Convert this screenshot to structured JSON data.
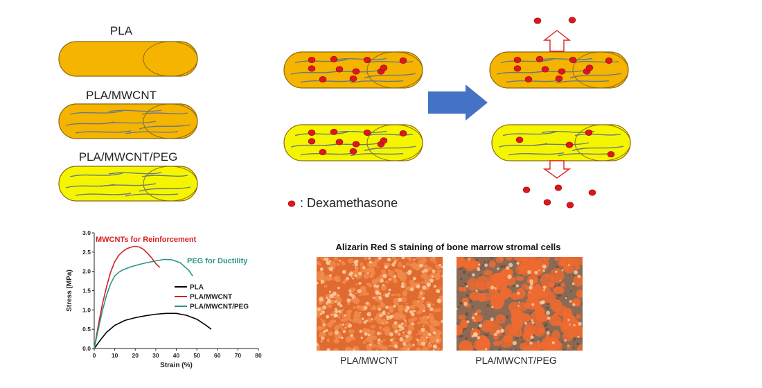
{
  "colors": {
    "pla": "#f5b400",
    "pla_peg": "#f5f500",
    "outline": "#8a6a10",
    "fiber": "#6b7b80",
    "drug": "#e0151d",
    "drug_edge": "#8a0a0a",
    "arrow": "#4472c4",
    "release_arrow": "#e02020",
    "series_pla": "#000000",
    "series_mwcnt": "#d42020",
    "series_peg": "#2a9487"
  },
  "labels": {
    "pla": "PLA",
    "pla_mwcnt": "PLA/MWCNT",
    "pla_mwcnt_peg": "PLA/MWCNT/PEG"
  },
  "legend_drug": ": Dexamethasone",
  "staining": {
    "title": "Alizarin Red S staining of bone marrow stromal cells",
    "left_caption": "PLA/MWCNT",
    "right_caption": "PLA/MWCNT/PEG"
  },
  "icons": {
    "process_arrow": "right-arrow-icon",
    "release_up": "up-arrow-icon",
    "release_down": "down-arrow-icon",
    "drug_particle": "dot-icon"
  },
  "chart_data": {
    "type": "line",
    "xlabel": "Strain (%)",
    "ylabel": "Stress (MPa)",
    "xlim": [
      0,
      80
    ],
    "ylim": [
      0,
      3.0
    ],
    "xticks": [
      "0",
      "10",
      "20",
      "30",
      "40",
      "50",
      "60",
      "70",
      "80"
    ],
    "yticks": [
      "0.0",
      "0.5",
      "1.0",
      "1.5",
      "2.0",
      "2.5",
      "3.0"
    ],
    "grid": false,
    "legend_position": "center-right",
    "annotations": [
      {
        "text": "MWCNTs for Reinforcement",
        "color": "#d42020"
      },
      {
        "text": "PEG for Ductility",
        "color": "#2a9487"
      }
    ],
    "series": [
      {
        "name": "PLA",
        "color": "#000000",
        "x": [
          0,
          3,
          6,
          10,
          15,
          20,
          25,
          30,
          35,
          40,
          45,
          50,
          54,
          57
        ],
        "y": [
          0,
          0.22,
          0.42,
          0.6,
          0.73,
          0.8,
          0.85,
          0.89,
          0.91,
          0.91,
          0.86,
          0.76,
          0.62,
          0.5
        ]
      },
      {
        "name": "PLA/MWCNT",
        "color": "#d42020",
        "x": [
          0,
          2,
          4,
          6,
          8,
          10,
          12,
          14,
          16,
          18,
          20,
          22,
          24,
          26,
          28,
          30,
          32
        ],
        "y": [
          0,
          0.6,
          1.15,
          1.6,
          1.98,
          2.25,
          2.42,
          2.52,
          2.59,
          2.63,
          2.65,
          2.63,
          2.57,
          2.47,
          2.35,
          2.2,
          2.1
        ]
      },
      {
        "name": "PLA/MWCNT/PEG",
        "color": "#2a9487",
        "x": [
          0,
          2,
          4,
          6,
          8,
          10,
          12,
          14,
          18,
          22,
          26,
          30,
          34,
          38,
          42,
          46,
          48
        ],
        "y": [
          0,
          0.5,
          0.98,
          1.38,
          1.68,
          1.88,
          1.98,
          2.04,
          2.12,
          2.18,
          2.23,
          2.27,
          2.31,
          2.3,
          2.22,
          2.03,
          1.88
        ]
      }
    ]
  }
}
